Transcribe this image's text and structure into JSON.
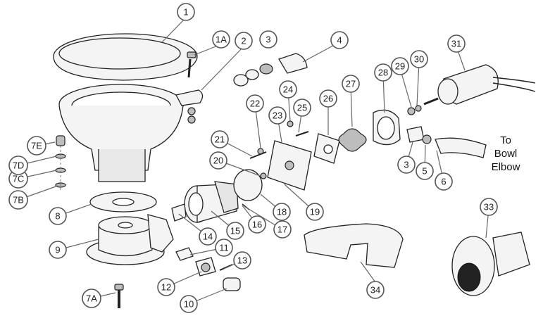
{
  "callouts": [
    {
      "id": "1"
    },
    {
      "id": "1A"
    },
    {
      "id": "2"
    },
    {
      "id": "3"
    },
    {
      "id": "4"
    },
    {
      "id": "31"
    },
    {
      "id": "30"
    },
    {
      "id": "29"
    },
    {
      "id": "28"
    },
    {
      "id": "27"
    },
    {
      "id": "26"
    },
    {
      "id": "25"
    },
    {
      "id": "24"
    },
    {
      "id": "23"
    },
    {
      "id": "22"
    },
    {
      "id": "21"
    },
    {
      "id": "20"
    },
    {
      "id": "19"
    },
    {
      "id": "18"
    },
    {
      "id": "17"
    },
    {
      "id": "16"
    },
    {
      "id": "15"
    },
    {
      "id": "14"
    },
    {
      "id": "11"
    },
    {
      "id": "13"
    },
    {
      "id": "12"
    },
    {
      "id": "10"
    },
    {
      "id": "9"
    },
    {
      "id": "8"
    },
    {
      "id": "7A"
    },
    {
      "id": "7B"
    },
    {
      "id": "7C"
    },
    {
      "id": "7D"
    },
    {
      "id": "7E"
    },
    {
      "id": "34"
    },
    {
      "id": "33"
    },
    {
      "id": "3"
    },
    {
      "id": "5"
    },
    {
      "id": "6"
    }
  ],
  "note": {
    "line1": "To",
    "line2": "Bowl",
    "line3": "Elbow"
  }
}
